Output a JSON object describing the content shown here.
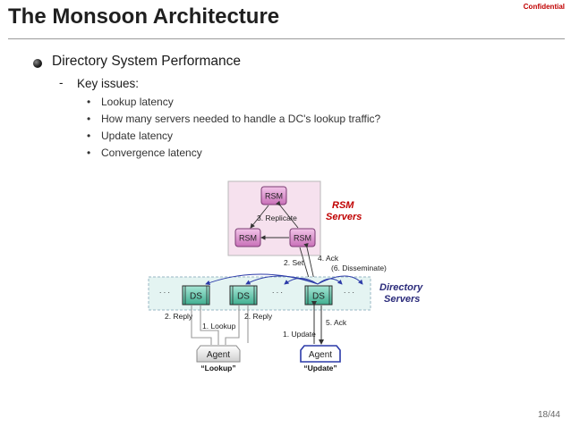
{
  "header": {
    "title": "The Monsoon Architecture",
    "confidential": "Confidential"
  },
  "bullets": {
    "level1": "Directory System Performance",
    "level2_dash": "-",
    "level2": "Key issues:",
    "level3_marker": "•",
    "level3": [
      "Lookup latency",
      "How many servers needed to handle a DC's lookup traffic?",
      "Update latency",
      "Convergence latency"
    ]
  },
  "diagram": {
    "rsm_nodes": [
      "RSM",
      "RSM",
      "RSM"
    ],
    "replicate_label": "3. Replicate",
    "rsm_servers_label": [
      "RSM",
      "Servers"
    ],
    "set_label": "2. Set",
    "ack_label": "4. Ack",
    "disseminate_label": "(6. Disseminate)",
    "ds_nodes": [
      "DS",
      "DS",
      "DS"
    ],
    "ellipsis": ". . .",
    "directory_servers_label": [
      "Directory",
      "Servers"
    ],
    "reply_label": "2. Reply",
    "lookup_label": "1. Lookup",
    "update_label": "1. Update",
    "ack5_label": "5. Ack",
    "agent_lookup": "Agent",
    "agent_update": "Agent",
    "caption_lookup": "“Lookup”",
    "caption_update": "“Update”",
    "colors": {
      "rsm_fill": "#d98bd0",
      "rsm_region": "#f4d9ea",
      "ds_fill": "#5ec4a8",
      "ds_region": "#e3f4f2",
      "servers_text": "#2a2a7a",
      "rsm_label": "#c00000",
      "update_agent": "#2b3aa8"
    }
  },
  "footer": {
    "page": "18/44"
  }
}
